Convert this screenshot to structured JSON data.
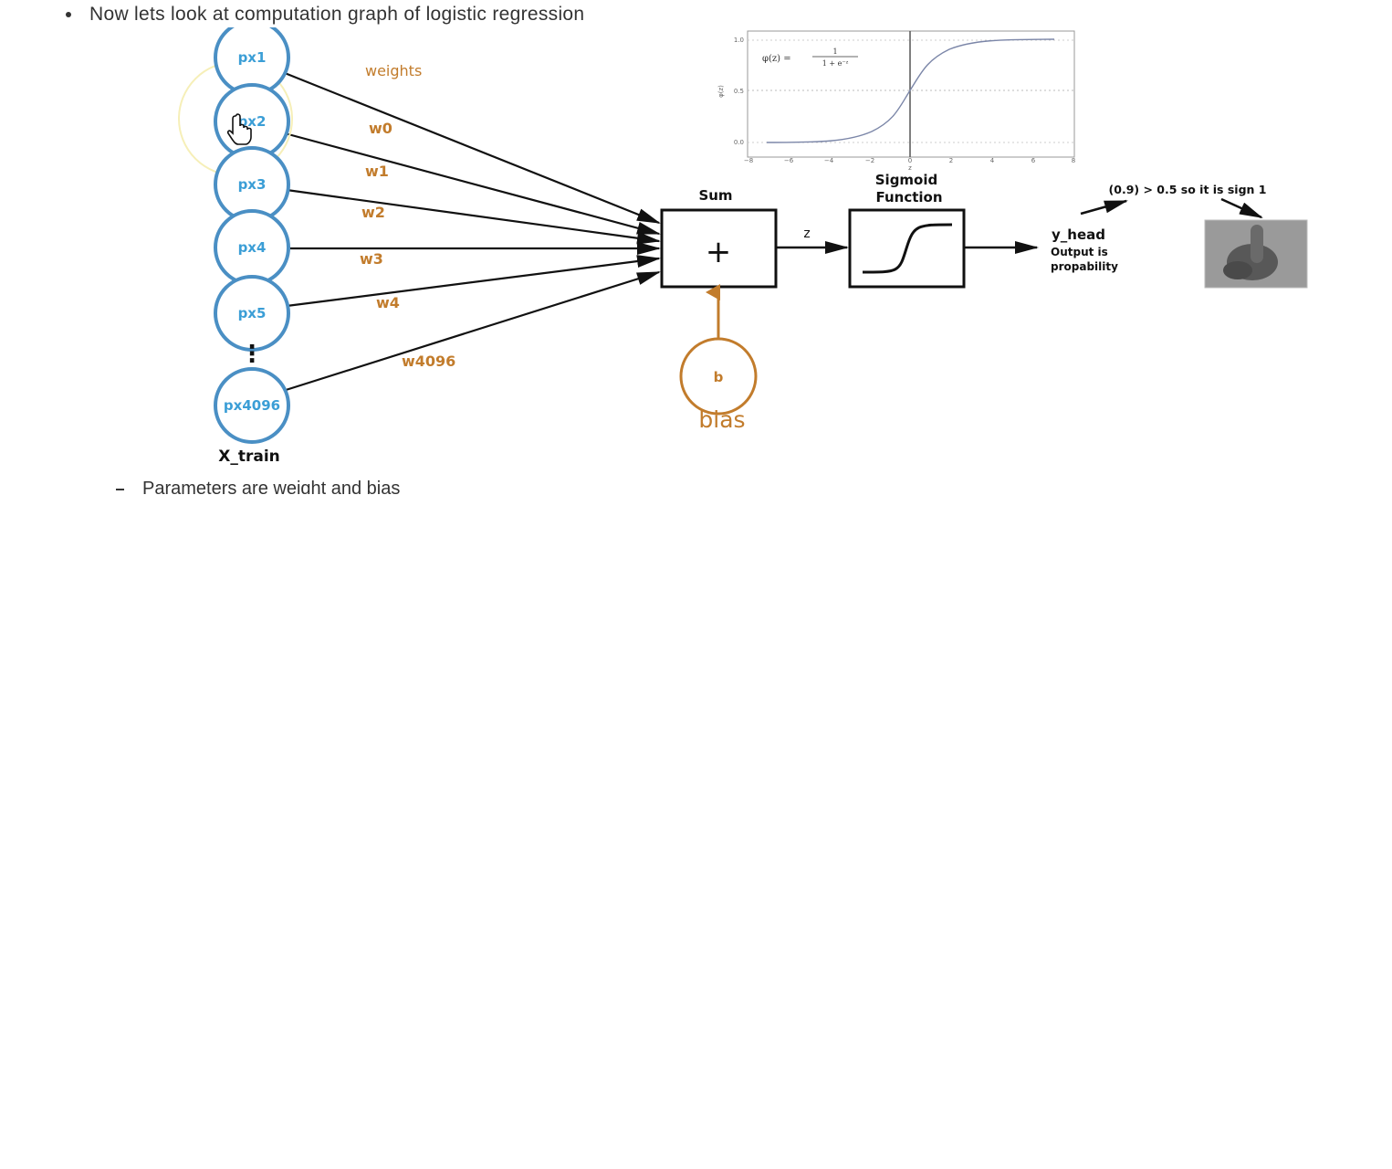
{
  "text": {
    "intro_bullet": "Now lets look at computation graph of logistic regression",
    "sub_bullet": "Parameters are weight and bias"
  },
  "diagram": {
    "inputs": [
      "px1",
      "px2",
      "px3",
      "px4",
      "px5",
      "px4096"
    ],
    "ellipsis": "⋮",
    "weights_title": "weights",
    "weight_labels": [
      "w0",
      "w1",
      "w2",
      "w3",
      "w4",
      "w4096"
    ],
    "x_train_label": "X_train",
    "sum_label": "Sum",
    "sum_symbol": "+",
    "z_label": "z",
    "sigmoid_title_1": "Sigmoid",
    "sigmoid_title_2": "Function",
    "bias_node": "b",
    "bias_label": "bias",
    "yhead_label": "y_head",
    "output_line_1": "Output is",
    "output_line_2": "propability",
    "decision_text": "(0.9) > 0.5 so it is sign 1",
    "plot_formula_left": "φ(z) =",
    "plot_formula_num": "1",
    "plot_formula_den": "1 + e⁻ᶻ",
    "plot_x_ticks": [
      "−8",
      "−6",
      "−4",
      "−2",
      "0",
      "2",
      "4",
      "6",
      "8"
    ],
    "plot_y_ticks": [
      "1.0",
      "0.5",
      "0.0"
    ],
    "plot_y_label": "φ(z)",
    "plot_x_label": "z"
  },
  "colors": {
    "node_blue": "#3b9ed6",
    "weight_orange": "#c27c2c",
    "edge": "#111111"
  }
}
